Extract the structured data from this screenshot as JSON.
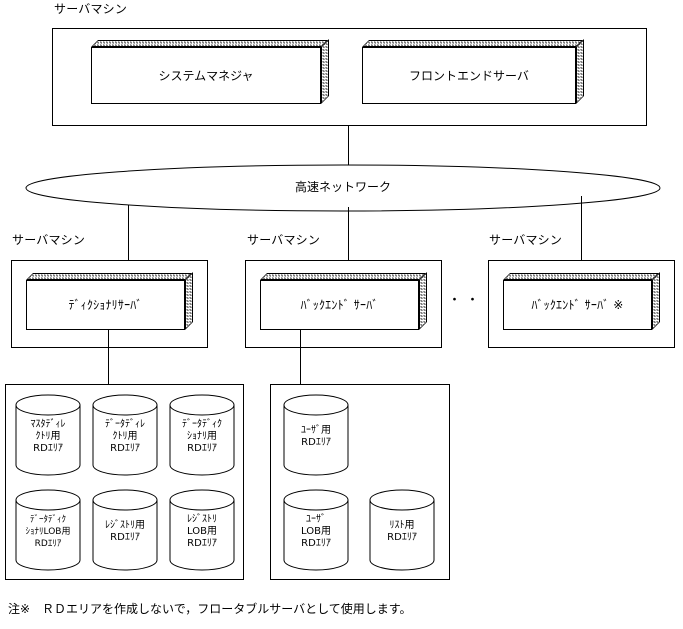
{
  "diagram": {
    "title_top": "サーバマシン",
    "network": {
      "label": "高速ネットワーク"
    },
    "top_machine": {
      "caption": "サーバマシン",
      "servers": [
        {
          "label": "システムマネジャ"
        },
        {
          "label": "フロントエンドサーバ"
        }
      ]
    },
    "machines": [
      {
        "caption": "サーバマシン",
        "server": "ﾃﾞｨｸｼｮﾅﾘｻｰﾊﾞ",
        "has_storage": true
      },
      {
        "caption": "サーバマシン",
        "server": "ﾊﾞｯｸｴﾝﾄﾞ ｻｰﾊﾞ",
        "has_storage": true
      },
      {
        "caption": "サーバマシン",
        "server": "ﾊﾞｯｸｴﾝﾄﾞ ｻｰﾊﾞ ※",
        "has_storage": false
      }
    ],
    "ellipsis": "・・・",
    "storage_left": {
      "areas": [
        {
          "lines": "ﾏｽﾀﾃﾞｨﾚ\nｸﾄﾘ用\nRDｴﾘｱ"
        },
        {
          "lines": "ﾃﾞｰﾀﾃﾞｨﾚ\nｸﾄﾘ用\nRDｴﾘｱ"
        },
        {
          "lines": "ﾃﾞｰﾀﾃﾞｨｸ\nｼｮﾅﾘ用\nRDｴﾘｱ"
        },
        {
          "lines": "ﾃﾞｰﾀﾃﾞｨｸ\nｼｮﾅﾘLOB用\nRDｴﾘｱ"
        },
        {
          "lines": "ﾚｼﾞｽﾄﾘ用\nRDｴﾘｱ"
        },
        {
          "lines": "ﾚｼﾞｽﾄﾘ\nLOB用\nRDｴﾘｱ"
        }
      ]
    },
    "storage_right": {
      "areas": [
        {
          "lines": "ﾕｰｻﾞ用\nRDｴﾘｱ"
        },
        {
          "lines": "ﾕｰｻﾞ\nLOB用\nRDｴﾘｱ"
        },
        {
          "lines": "ﾘｽﾄ用\nRDｴﾘｱ"
        }
      ]
    },
    "footnote": "注※　ＲＤエリアを作成しないで，フロータブルサーバとして使用します。"
  }
}
